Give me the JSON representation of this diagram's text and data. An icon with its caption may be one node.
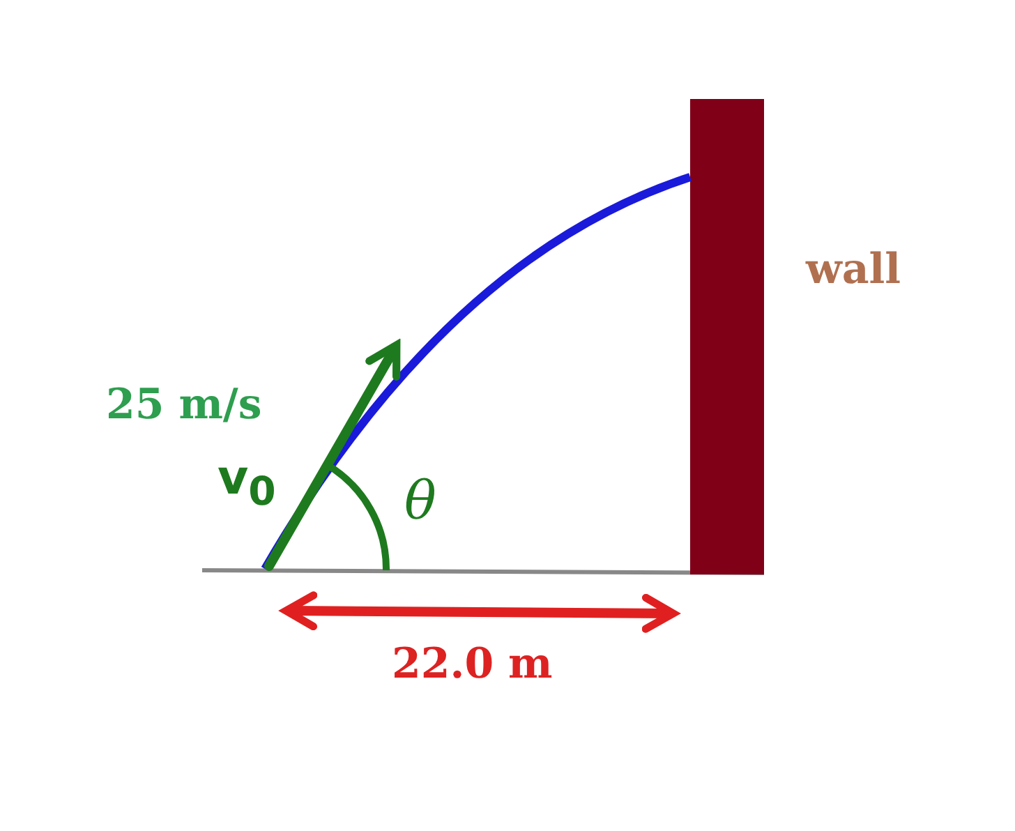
{
  "diagram": {
    "labels": [
      "25 m/s",
      "v$_{0}$",
      "θ",
      "22.0 m",
      "wall"
    ]
  }
}
